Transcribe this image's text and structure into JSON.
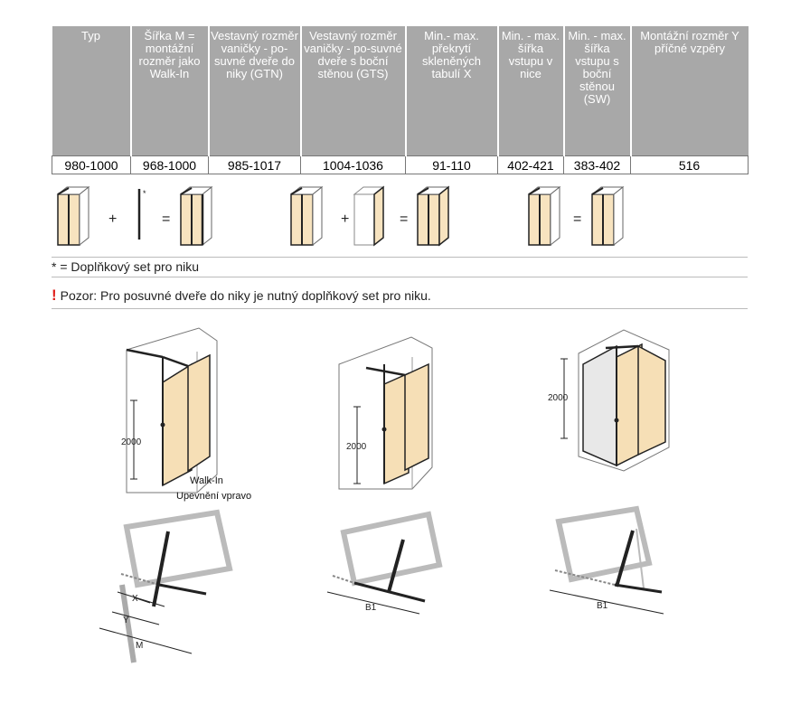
{
  "table": {
    "headers": [
      "Typ",
      "Šířka M = montážní rozměr jako Walk-In",
      "Vestavný rozměr vaničky - po-suvné dveře do niky (GTN)",
      "Vestavný rozměr vaničky - po-suvné dveře s boční stěnou (GTS)",
      "Min.- max. překrytí skleněných tabulí X",
      "Min. - max. šířka vstupu v nice",
      "Min. - max. šířka vstupu s boční stěnou (SW)",
      "Montážní rozměr Y příčné vzpěry"
    ],
    "row": [
      "980-1000",
      "968-1000",
      "985-1017",
      "1004-1036",
      "91-110",
      "402-421",
      "383-402",
      "516"
    ]
  },
  "combos": {
    "plus": "+",
    "equals": "=",
    "asterisk": "*"
  },
  "notes": {
    "footnote": "* = Doplňkový set pro niku",
    "warning_mark": "!",
    "warning": "Pozor: Pro posuvné dveře do niky je nutný doplňkový set pro niku."
  },
  "drawings": {
    "height_label": "2000",
    "caption_line1": "Walk-In",
    "caption_line2": "Upevnění vpravo",
    "dim_x": "X",
    "dim_y": "Y",
    "dim_m": "M",
    "dim_b1": "B1"
  },
  "colors": {
    "header_bg": "#a8a8a8",
    "glass_tint": "#f6dfb6",
    "profile": "#222222",
    "warning": "#e0201c"
  }
}
